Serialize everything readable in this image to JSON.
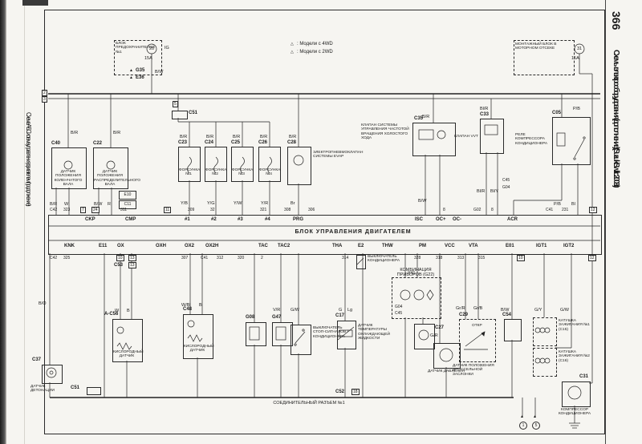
{
  "page": {
    "number": "366",
    "right_title": "Схемы электрооборудования (дополнение) (Suzuki Swift с 2003 г.)",
    "left_title": "Схема А-5. Система управления двигателем (продолжение)."
  },
  "sym": {
    "triangle": "▲",
    "triangle_open": "△"
  },
  "legend": {
    "label_4wd": ": Модели с 4WD",
    "label_2wd": ": Модели с 2WD"
  },
  "fusebox": {
    "title": "БЛОК ПРЕДОХРАНИТЕЛЕЙ №1",
    "fuse": "20",
    "rating": "15A",
    "ig": "IG",
    "g35": "G35",
    "e36": "E36"
  },
  "mountblock": {
    "title": "МОНТАЖНЫЙ БЛОК В МОТОРНОМ ОТСЕКЕ",
    "fuse": "31",
    "rating": "15A"
  },
  "bus": {
    "tag2": "2",
    "tag3": "3",
    "tag5": "5"
  },
  "ecu": {
    "title": "БЛОК УПРАВЛЕНИЯ ДВИГАТЕЛЕМ",
    "pins_top": [
      "CKP",
      "CMP",
      "#1",
      "#2",
      "#3",
      "#4",
      "PRG",
      "ISC",
      "OC+",
      "OC-",
      "ACR"
    ],
    "pins_bottom": [
      "KNK",
      "E11",
      "OX",
      "OXH",
      "OX2",
      "OX2H",
      "TAC",
      "TAC2",
      "THA",
      "E2",
      "THW",
      "PM",
      "VCC",
      "VTA",
      "E01",
      "IGT1",
      "IGT2"
    ],
    "top_refs": [
      "C42",
      "323",
      "7",
      "24",
      "311",
      "11",
      "309",
      "32",
      "321",
      "308",
      "306",
      "8",
      "G02",
      "8",
      "C41",
      "231",
      "12"
    ],
    "bottom_refs": [
      "C42",
      "325",
      "10",
      "13",
      "307",
      "C41",
      "312",
      "320",
      "2",
      "314",
      "328",
      "318",
      "313",
      "315",
      "10",
      "12"
    ]
  },
  "components": {
    "c40": {
      "id": "C40",
      "label": "ДАТЧИК ПОЛОЖЕНИЯ КОЛЕНЧАТОГО ВАЛА"
    },
    "c22": {
      "id": "C22",
      "label": "ДАТЧИК ПОЛОЖЕНИЯ РАСПРЕДЕЛИТЕЛЬНОГО ВАЛА"
    },
    "e10": {
      "id": "E10"
    },
    "c11": {
      "id": "C11"
    },
    "c51_top": {
      "id": "C51"
    },
    "inj1": {
      "id": "C23",
      "label": "ФОРСУНКА №1"
    },
    "inj2": {
      "id": "C24",
      "label": "ФОРСУНКА №2"
    },
    "inj3": {
      "id": "C25",
      "label": "ФОРСУНКА №3"
    },
    "inj4": {
      "id": "C26",
      "label": "ФОРСУНКА №4"
    },
    "evap": {
      "id": "C28",
      "label": "ЭЛЕКТРОПНЕВМОКЛАПАН СИСТЕМЫ EVAP"
    },
    "iac": {
      "id": "C35",
      "label": "КЛАПАН СИСТЕМЫ УПРАВЛЕНИЯ ЧАСТОТОЙ ВРАЩЕНИЯ ХОЛОСТОГО ХОДА"
    },
    "vvt": {
      "id": "C33",
      "label": "КЛАПАН VVT"
    },
    "ac_relay": {
      "id": "C05",
      "label": "РЕЛЕ КОМПРЕССОРА КОНДИЦИОНЕРА"
    },
    "knock": {
      "id": "C37",
      "label": "ДАТЧИК ДЕТОНАЦИИ"
    },
    "c51_bottom": {
      "id": "C51"
    },
    "o2_1": {
      "id": "A-C56",
      "label": "КИСЛОРОДНЫЙ ДАТЧИК"
    },
    "o2_2": {
      "id": "C48",
      "label": "КИСЛОРОДНЫЙ ДАТЧИК"
    },
    "g08": {
      "id": "G08"
    },
    "g47": {
      "id": "G47"
    },
    "stop_switch": {
      "label": "ВЫКЛЮЧАТЕЛЬ СТОП-СИГНАЛОВ / КОНДИЦИОНЕРА"
    },
    "ac_switch": {
      "label": "ВЫКЛЮЧАТЕЛЬ КОНДИЦИОНЕРА"
    },
    "coolant": {
      "id": "C17",
      "label": "ДАТЧИК ТЕМПЕРАТУРЫ ОХЛАЖДАЮЩЕЙ ЖИДКОСТИ"
    },
    "combo": {
      "label": "КОМБИНАЦИЯ ПРИБОРОВ (G22)",
      "g04": "G04",
      "c45": "C45"
    },
    "c27": {
      "id": "C27"
    },
    "pressure": {
      "label": "ДАТЧИК ДАВЛЕНИЯ"
    },
    "tps": {
      "id": "C29",
      "label": "ДАТЧИК ПОЛОЖЕНИЯ ДРОССЕЛЬНОЙ ЗАСЛОНКИ",
      "open_label": "ОТКР"
    },
    "c54": {
      "id": "C54"
    },
    "coil1": {
      "label": "КАТУШКА ЗАЖИГАНИЯ №1 (C15)"
    },
    "coil2": {
      "label": "КАТУШКА ЗАЖИГАНИЯ №2 (C16)"
    },
    "compressor": {
      "id": "C31",
      "label": "КОМПРЕССОР КОНДИЦИОНЕРА"
    },
    "joint": {
      "label": "СОЕДИНИТЕЛЬНЫЙ РАЗЪЕМ №1"
    },
    "c53": {
      "id": "C53",
      "pin": "13"
    },
    "c52": {
      "id": "C52",
      "pin": "18"
    },
    "g04_right": "G04",
    "c45_right": "C45",
    "gnd1": "1",
    "gnd5": "5"
  },
  "wire_codes": [
    "B/W",
    "B/R",
    "B/R",
    "B/R",
    "B/R",
    "B/R",
    "B/R",
    "B/R",
    "B/R",
    "Bl/R",
    "P/B",
    "B/R",
    "W",
    "B/W",
    "R",
    "Y/B",
    "Y/G",
    "Y/W",
    "Y/R",
    "Br",
    "B/W",
    "Bl/R",
    "Bl/Y",
    "P/B",
    "Bl",
    "B/O",
    "W",
    "B",
    "W/Bl",
    "B",
    "V/R",
    "G/W",
    "G",
    "Lg",
    "G/R",
    "Gr/R",
    "Gr/B",
    "B/W",
    "G/Y",
    "G/W",
    "Y/G"
  ]
}
